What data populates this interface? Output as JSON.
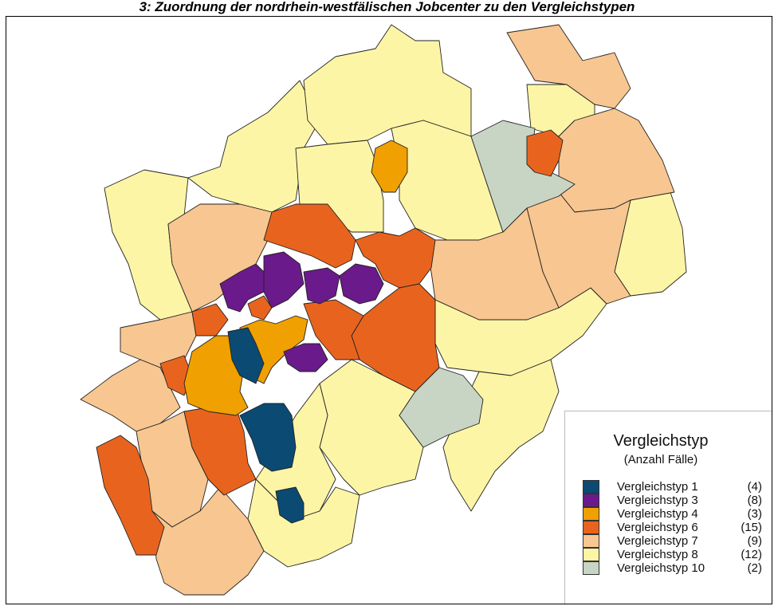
{
  "title": "3: Zuordnung der nordrhein-westfälischen Jobcenter zu den Vergleichstypen",
  "legend": {
    "title": "Vergleichstyp",
    "subtitle": "(Anzahl Fälle)",
    "items": [
      {
        "label": "Vergleichstyp 1",
        "count": "(4)",
        "color": "#0b4a73"
      },
      {
        "label": "Vergleichstyp 3",
        "count": "(8)",
        "color": "#6a1a8a"
      },
      {
        "label": "Vergleichstyp 4",
        "count": "(3)",
        "color": "#f0a000"
      },
      {
        "label": "Vergleichstyp 6",
        "count": "(15)",
        "color": "#e8641e"
      },
      {
        "label": "Vergleichstyp 7",
        "count": "(9)",
        "color": "#f8c690"
      },
      {
        "label": "Vergleichstyp 8",
        "count": "(12)",
        "color": "#fdf5a6"
      },
      {
        "label": "Vergleichstyp 10",
        "count": "(2)",
        "color": "#c8d4c4"
      }
    ]
  }
}
